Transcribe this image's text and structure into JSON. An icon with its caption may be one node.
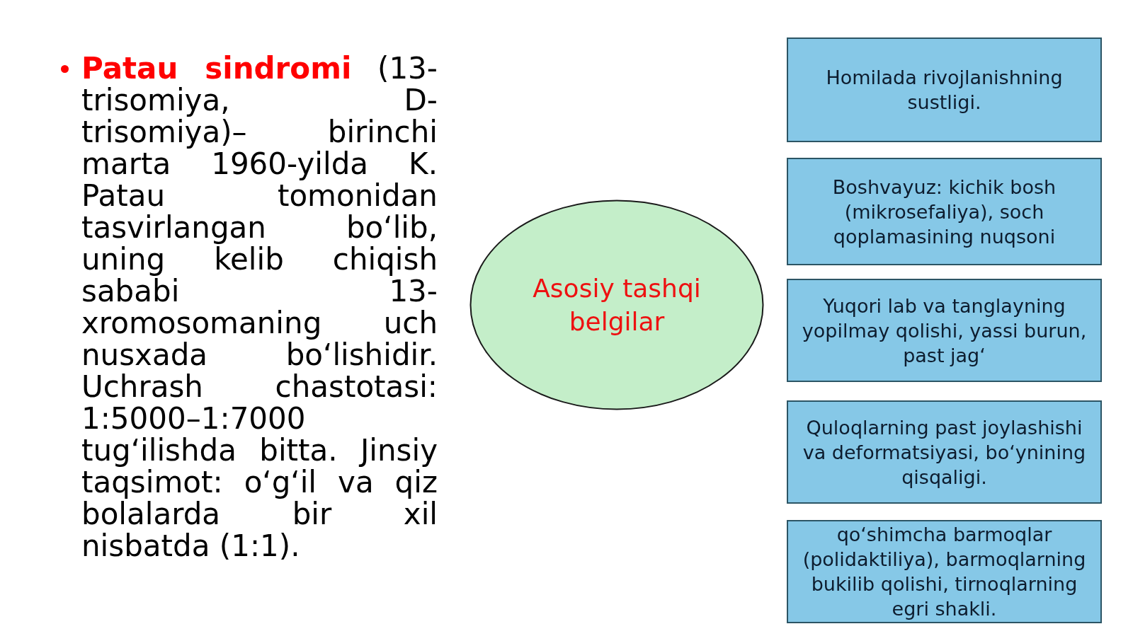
{
  "diagram": {
    "nodes": [
      {
        "text": [
          "Asosiy tashqi belgilar"
        ]
      },
      {
        "text": [
          "Homilada rivojlanishning sustligi."
        ]
      },
      {
        "text": [
          "Boshvayuz: kichik bosh (mikrosefaliya), soch qoplamasining nuqsoni"
        ]
      },
      {
        "text": [
          "Yuqori lab va tanglayning yopilmay qolishi, yassi burun, past jag‘"
        ]
      },
      {
        "text": [
          "Quloqlarning past joylashishi va deformatsiyasi, bo‘ynining qisqaligi."
        ]
      },
      {
        "text": [
          "qo‘shimcha barmoqlar (polidaktiliya), barmoqlarning bukilib qolishi, tirnoqlarning egri shakli."
        ]
      }
    ],
    "labels": [
      "**Patau sindromi** (13-trisomiya, D-trisomiya)– birinchi marta 1960-yilda K. Patau tomonidan tasvirlangan bo‘lib, uning kelib chiqish sababi 13-xromosomaning uch nusxada bo‘lishidir. Uchrash chastotasi: 1:5000–1:7000 tug‘ilishda bitta. Jinsiy taqsimot: o‘g‘il va qiz bolalarda bir xil nisbatda (1:1)."
    ]
  }
}
